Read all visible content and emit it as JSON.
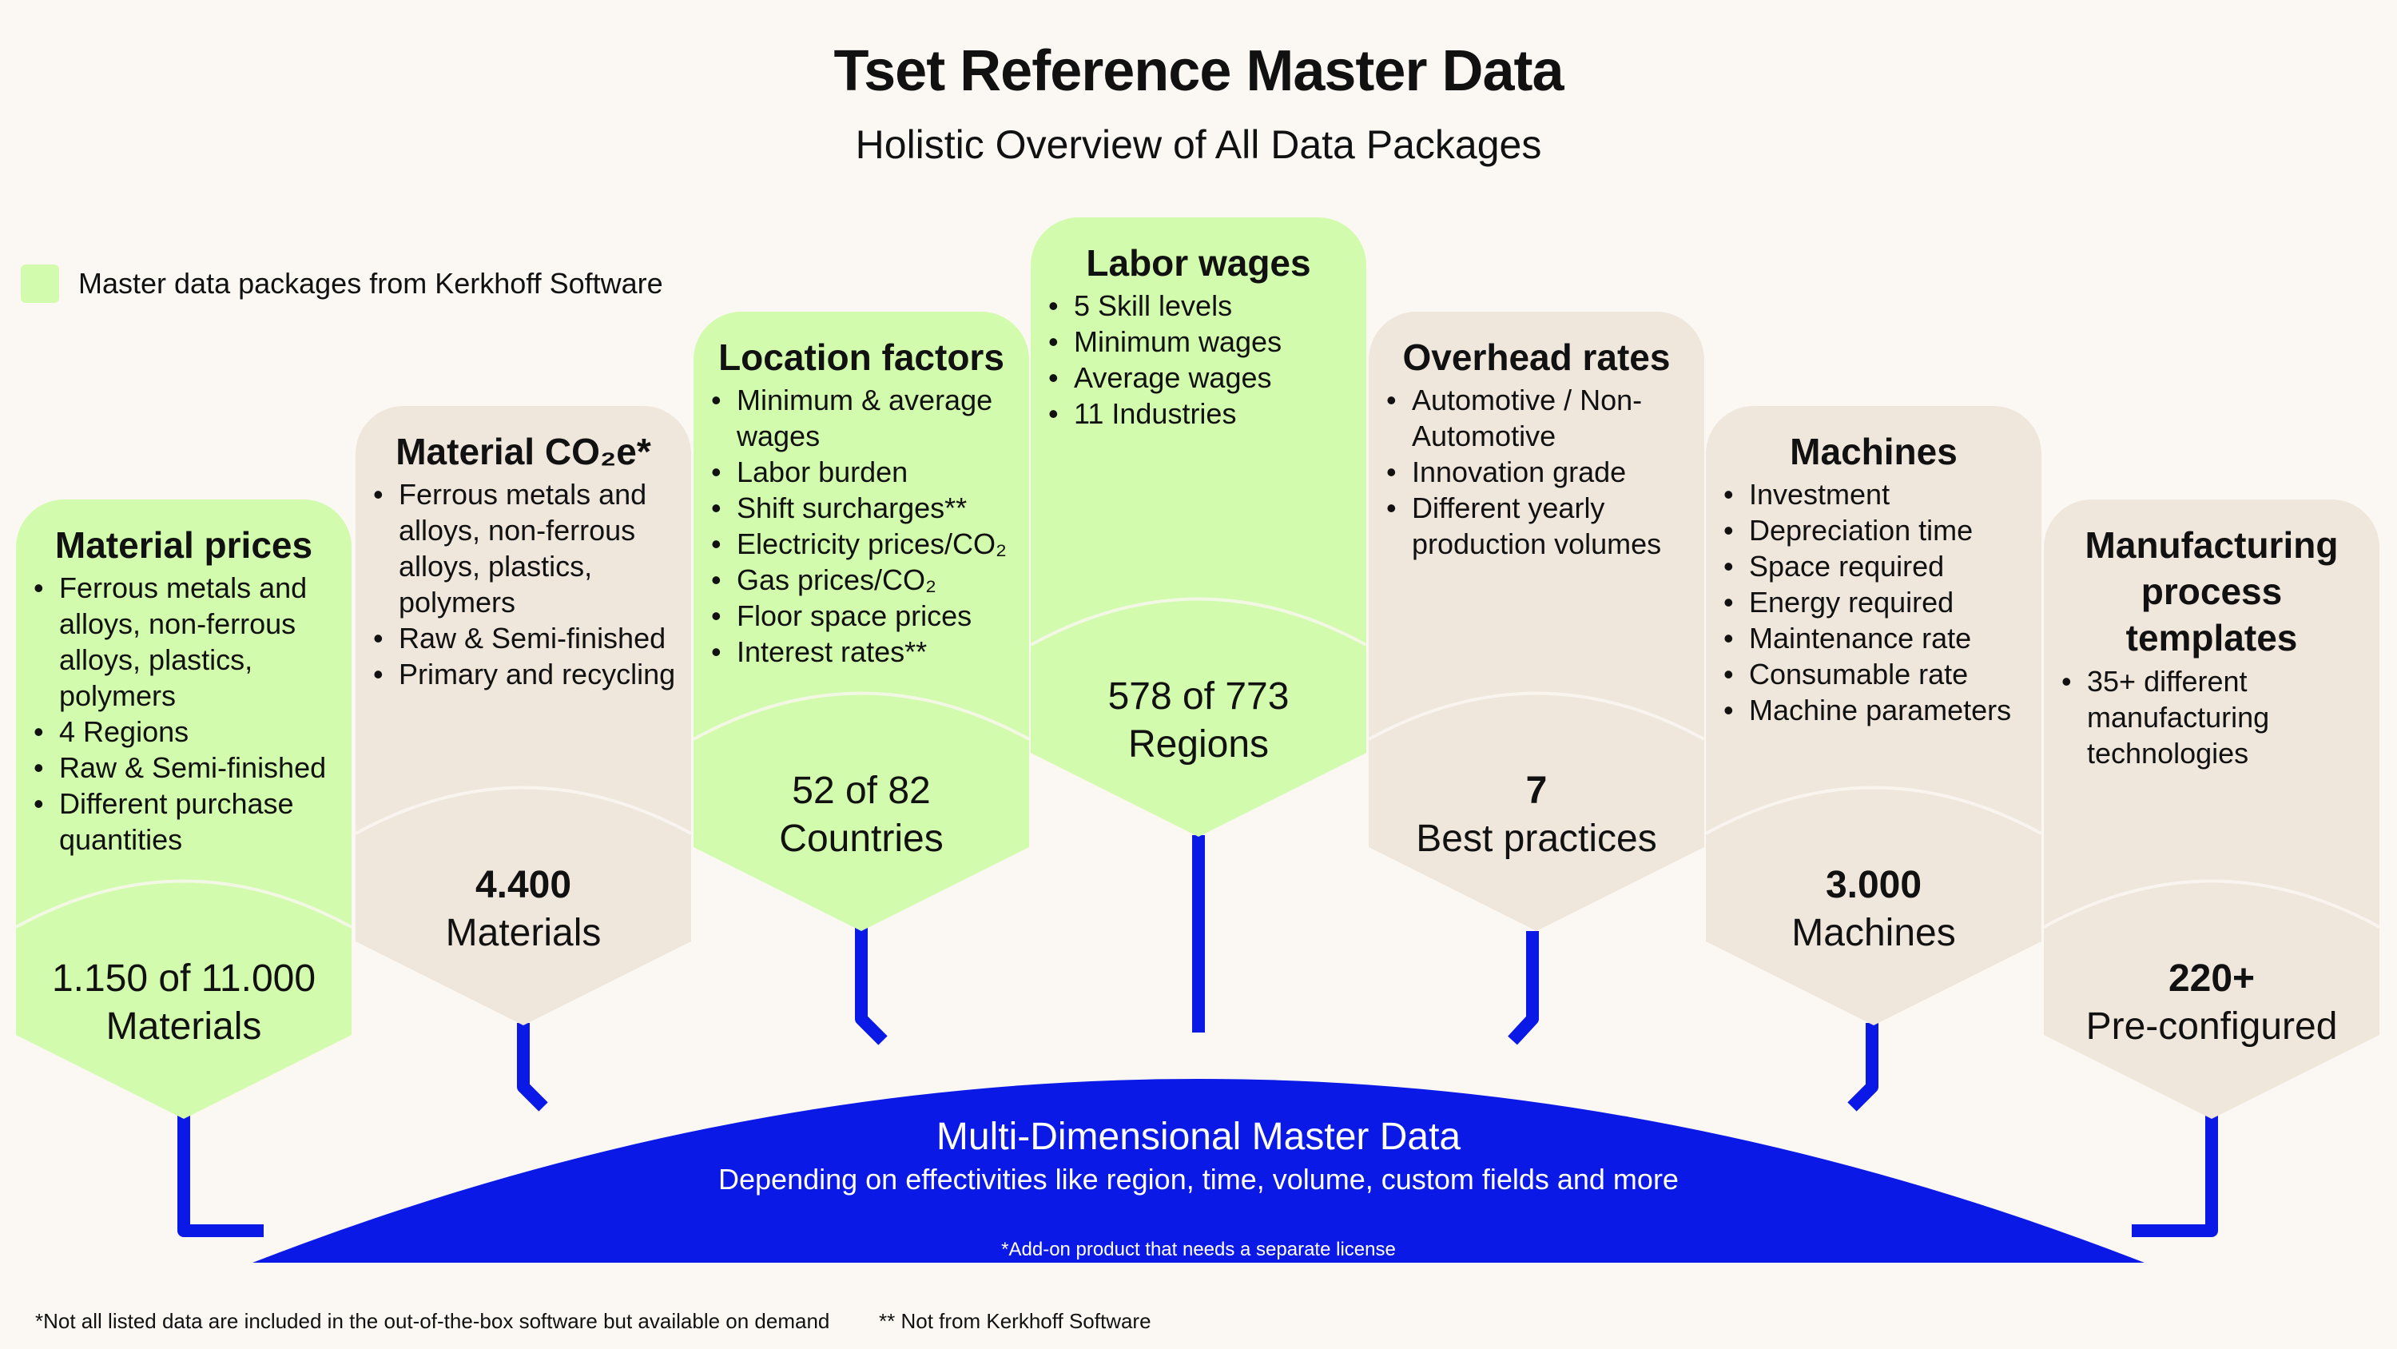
{
  "header": {
    "title": "Tset Reference Master Data",
    "subtitle": "Holistic Overview of All Data Packages"
  },
  "legend": {
    "label": "Master data packages from Kerkhoff Software",
    "color": "#d2fbad"
  },
  "colors": {
    "green": "#d2fbad",
    "beige": "#efe6dc",
    "blue": "#0b19e6",
    "background": "#fbf8f3"
  },
  "packages": [
    {
      "id": "material-prices",
      "title": "Material prices",
      "variant": "green",
      "items": [
        "Ferrous metals and alloys, non-ferrous alloys, plastics, polymers",
        "4 Regions",
        "Raw & Semi-finished",
        "Different purchase quantities"
      ],
      "value": "1.150 of 11.000",
      "unit": "Materials",
      "value_bold": false
    },
    {
      "id": "material-co2e",
      "title": "Material CO₂e*",
      "variant": "beige",
      "items": [
        "Ferrous metals and alloys, non-ferrous alloys, plastics, polymers",
        "Raw & Semi-finished",
        "Primary and recycling"
      ],
      "value": "4.400",
      "unit": "Materials",
      "value_bold": true
    },
    {
      "id": "location-factors",
      "title": "Location factors",
      "variant": "green",
      "items": [
        "Minimum & average wages",
        "Labor burden",
        "Shift surcharges**",
        "Electricity prices/CO₂",
        "Gas prices/CO₂",
        "Floor space prices",
        "Interest rates**"
      ],
      "value": "52 of 82",
      "unit": "Countries",
      "value_bold": false
    },
    {
      "id": "labor-wages",
      "title": "Labor wages",
      "variant": "green",
      "items": [
        "5 Skill levels",
        "Minimum wages",
        "Average wages",
        "11 Industries"
      ],
      "value": "578 of 773",
      "unit": "Regions",
      "value_bold": false
    },
    {
      "id": "overhead-rates",
      "title": "Overhead rates",
      "variant": "beige",
      "items": [
        "Automotive / Non-Automotive",
        "Innovation grade",
        "Different yearly production volumes"
      ],
      "value": "7",
      "unit": "Best practices",
      "value_bold": true
    },
    {
      "id": "machines",
      "title": "Machines",
      "variant": "beige",
      "items": [
        "Investment",
        "Depreciation time",
        "Space required",
        "Energy required",
        "Maintenance rate",
        "Consumable rate",
        "Machine parameters"
      ],
      "value": "3.000",
      "unit": "Machines",
      "value_bold": true
    },
    {
      "id": "manufacturing-templates",
      "title": "Manufacturing process templates",
      "variant": "beige",
      "items": [
        "35+ different manufacturing technologies"
      ],
      "value": "220+",
      "unit": "Pre-configured",
      "value_bold": true
    }
  ],
  "base": {
    "title": "Multi-Dimensional Master Data",
    "subtitle": "Depending on effectivities like region, time, volume, custom fields and more",
    "note": "*Add-on product that needs a separate license"
  },
  "footnotes": {
    "left": "*Not all listed data are included in the out-of-the-box software but available on demand",
    "right": "** Not from Kerkhoff Software"
  }
}
